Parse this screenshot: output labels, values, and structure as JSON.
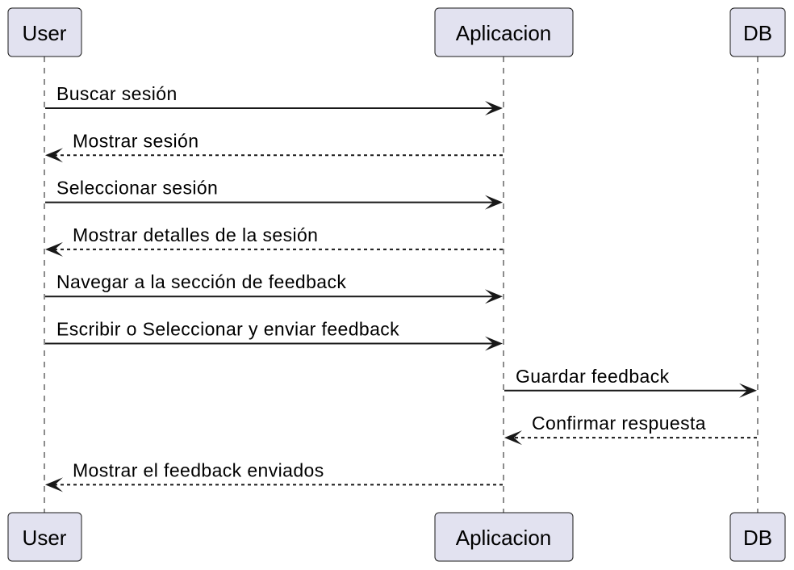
{
  "participants": [
    {
      "id": "user",
      "label": "User"
    },
    {
      "id": "app",
      "label": "Aplicacion"
    },
    {
      "id": "db",
      "label": "DB"
    }
  ],
  "messages": [
    {
      "from": "user",
      "to": "app",
      "label": "Buscar sesión",
      "style": "solid"
    },
    {
      "from": "app",
      "to": "user",
      "label": "Mostrar sesión",
      "style": "dashed"
    },
    {
      "from": "user",
      "to": "app",
      "label": "Seleccionar sesión",
      "style": "solid"
    },
    {
      "from": "app",
      "to": "user",
      "label": "Mostrar detalles de la sesión",
      "style": "dashed"
    },
    {
      "from": "user",
      "to": "app",
      "label": "Navegar a la sección de feedback",
      "style": "solid"
    },
    {
      "from": "user",
      "to": "app",
      "label": "Escribir o Seleccionar y enviar feedback",
      "style": "solid"
    },
    {
      "from": "app",
      "to": "db",
      "label": "Guardar feedback",
      "style": "solid"
    },
    {
      "from": "db",
      "to": "app",
      "label": "Confirmar respuesta",
      "style": "dashed"
    },
    {
      "from": "app",
      "to": "user",
      "label": "Mostrar el feedback enviados",
      "style": "dashed"
    }
  ],
  "colors": {
    "participant_fill": "#e2e2f0",
    "stroke": "#181818",
    "text": "#000000"
  }
}
